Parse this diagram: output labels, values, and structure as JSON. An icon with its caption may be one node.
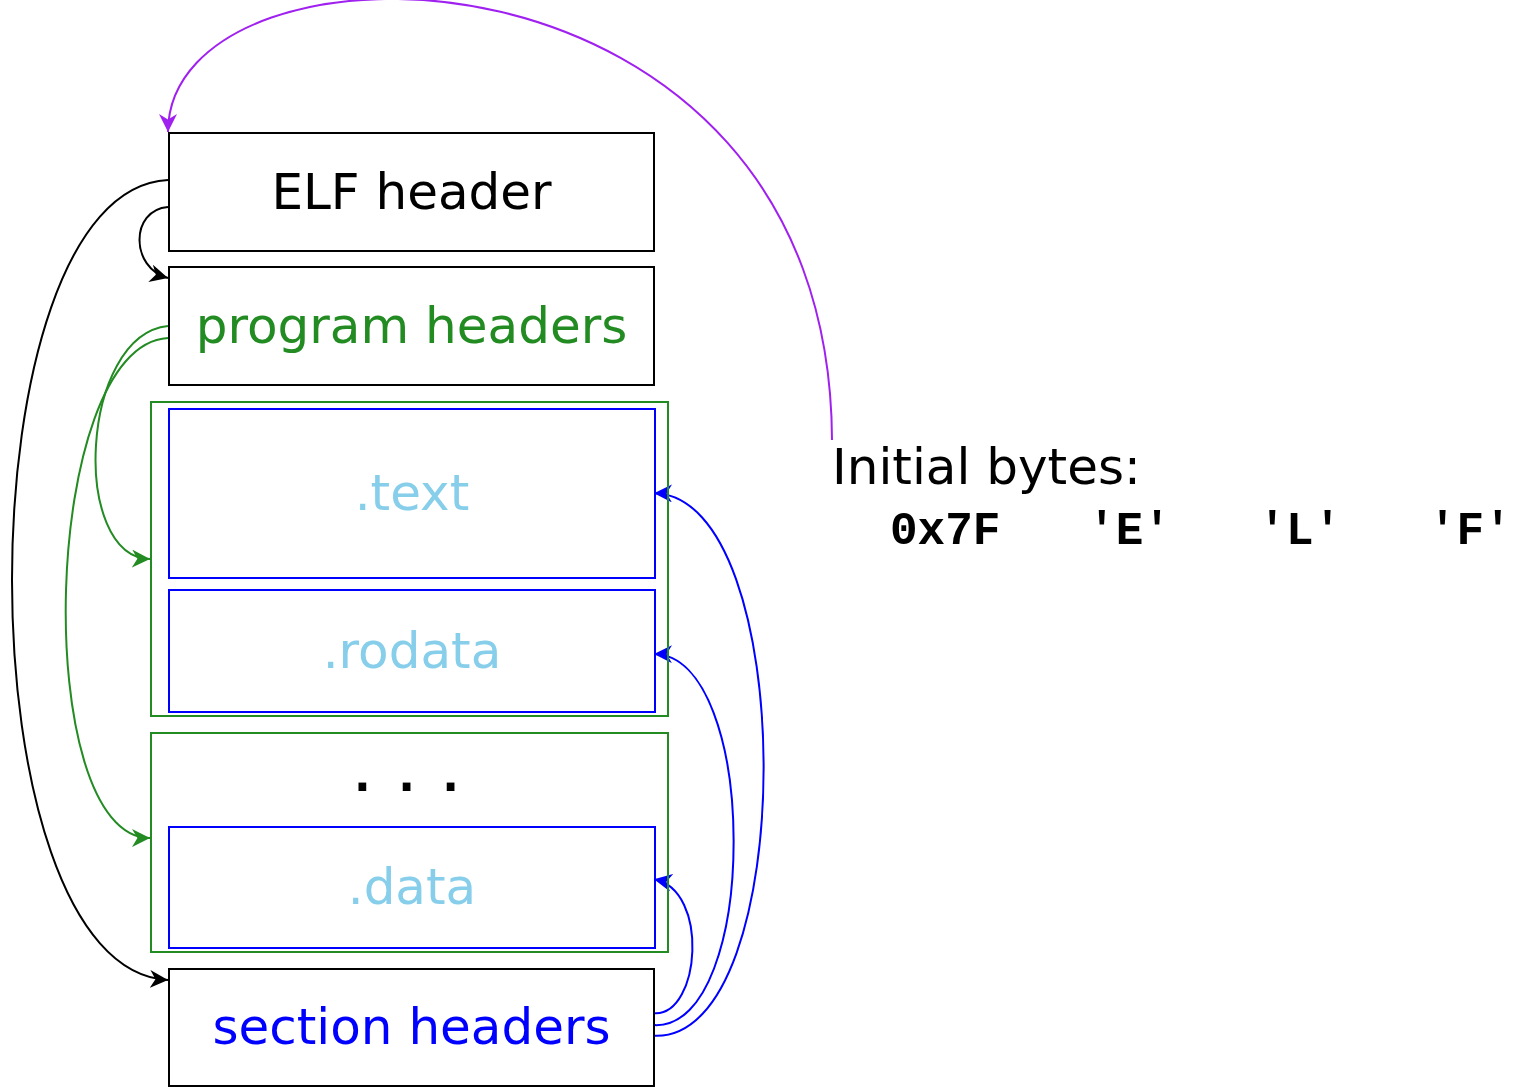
{
  "diagram": {
    "nodes": [
      {
        "text": [
          "ELF header"
        ]
      },
      {
        "text": [
          "program headers"
        ]
      },
      {
        "text": [],
        "shape": "box"
      },
      {
        "text": [
          ".text"
        ],
        "in": 2
      },
      {
        "text": [
          ".rodata"
        ],
        "in": 2
      },
      {
        "text": [
          ". . ."
        ]
      },
      {
        "text": [
          ".data"
        ],
        "in": 5
      },
      {
        "text": [
          "section headers"
        ]
      },
      {
        "text": [
          "Initial bytes:",
          "0x7F 'E' 'L' 'F'"
        ]
      }
    ],
    "edges": [
      {
        "from": 0,
        "to": 7,
        "arrow": "to",
        "color": "#000000"
      },
      {
        "from": 0,
        "to": 1,
        "arrow": "to",
        "color": "#000000"
      },
      {
        "from": 1,
        "to": 2,
        "arrow": "to",
        "color": "#228b22"
      },
      {
        "from": 1,
        "to": 5,
        "arrow": "to",
        "color": "#228b22"
      },
      {
        "from": 7,
        "to": 3,
        "arrow": "to",
        "color": "#0000ff"
      },
      {
        "from": 7,
        "to": 4,
        "arrow": "to",
        "color": "#0000ff"
      },
      {
        "from": 7,
        "to": 6,
        "arrow": "to",
        "color": "#0000ff"
      },
      {
        "from": 8,
        "to": 0,
        "arrow": "to",
        "color": "#a020f0"
      }
    ]
  }
}
